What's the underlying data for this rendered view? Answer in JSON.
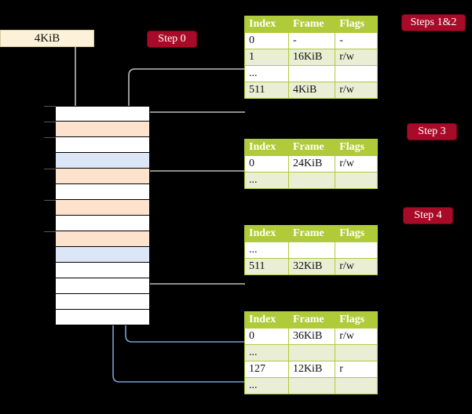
{
  "diagram": {
    "title_hidden": "",
    "source_box": {
      "label": "4KiB"
    },
    "steps": [
      {
        "id": "step0",
        "label": "Step 0"
      },
      {
        "id": "steps12",
        "label": "Steps 1&2"
      },
      {
        "id": "step3",
        "label": "Step 3"
      },
      {
        "id": "step4",
        "label": "Step 4"
      }
    ],
    "colors": {
      "background": "#000000",
      "table_header": "#b0cb3a",
      "table_alt_row": "#e9eed4",
      "table_highlight": "#fbf7a8",
      "pill": "#a80b28",
      "source_box": "#fdf2d9",
      "memory_orange": "#fde3cd",
      "memory_blue": "#dbe7f7",
      "wire_gray": "#bdbdbd",
      "wire_blue": "#7a9fcf"
    },
    "memory_column": {
      "name": "physical-memory-column",
      "rows": [
        {
          "fill": "white"
        },
        {
          "fill": "orange"
        },
        {
          "fill": "white"
        },
        {
          "fill": "blue"
        },
        {
          "fill": "orange"
        },
        {
          "fill": "white"
        },
        {
          "fill": "orange"
        },
        {
          "fill": "white"
        },
        {
          "fill": "orange"
        },
        {
          "fill": "blue"
        },
        {
          "fill": "white"
        },
        {
          "fill": "white"
        },
        {
          "fill": "white"
        },
        {
          "fill": "white"
        }
      ]
    },
    "tables": [
      {
        "id": "table-level4",
        "columns": [
          "Index",
          "Frame",
          "Flags"
        ],
        "rows": [
          {
            "cells": [
              "0",
              "-",
              "-"
            ],
            "alt": false,
            "highlight": false
          },
          {
            "cells": [
              "1",
              "16KiB",
              "r/w"
            ],
            "alt": true,
            "highlight": false
          },
          {
            "cells": [
              "...",
              "",
              ""
            ],
            "alt": false,
            "highlight": false
          },
          {
            "cells": [
              "511",
              "4KiB",
              "r/w"
            ],
            "alt": true,
            "highlight": true
          }
        ]
      },
      {
        "id": "table-level3",
        "columns": [
          "Index",
          "Frame",
          "Flags"
        ],
        "rows": [
          {
            "cells": [
              "0",
              "24KiB",
              "r/w"
            ],
            "alt": false,
            "highlight": false
          },
          {
            "cells": [
              "...",
              "",
              ""
            ],
            "alt": true,
            "highlight": false
          }
        ]
      },
      {
        "id": "table-level2",
        "columns": [
          "Index",
          "Frame",
          "Flags"
        ],
        "rows": [
          {
            "cells": [
              "...",
              "",
              ""
            ],
            "alt": false,
            "highlight": false
          },
          {
            "cells": [
              "511",
              "32KiB",
              "r/w"
            ],
            "alt": true,
            "highlight": false
          }
        ]
      },
      {
        "id": "table-level1",
        "columns": [
          "Index",
          "Frame",
          "Flags"
        ],
        "rows": [
          {
            "cells": [
              "0",
              "36KiB",
              "r/w"
            ],
            "alt": false,
            "highlight": false
          },
          {
            "cells": [
              "...",
              "",
              ""
            ],
            "alt": true,
            "highlight": false
          },
          {
            "cells": [
              "127",
              "12KiB",
              "r"
            ],
            "alt": false,
            "highlight": false
          },
          {
            "cells": [
              "...",
              "",
              ""
            ],
            "alt": true,
            "highlight": false
          }
        ]
      }
    ]
  }
}
